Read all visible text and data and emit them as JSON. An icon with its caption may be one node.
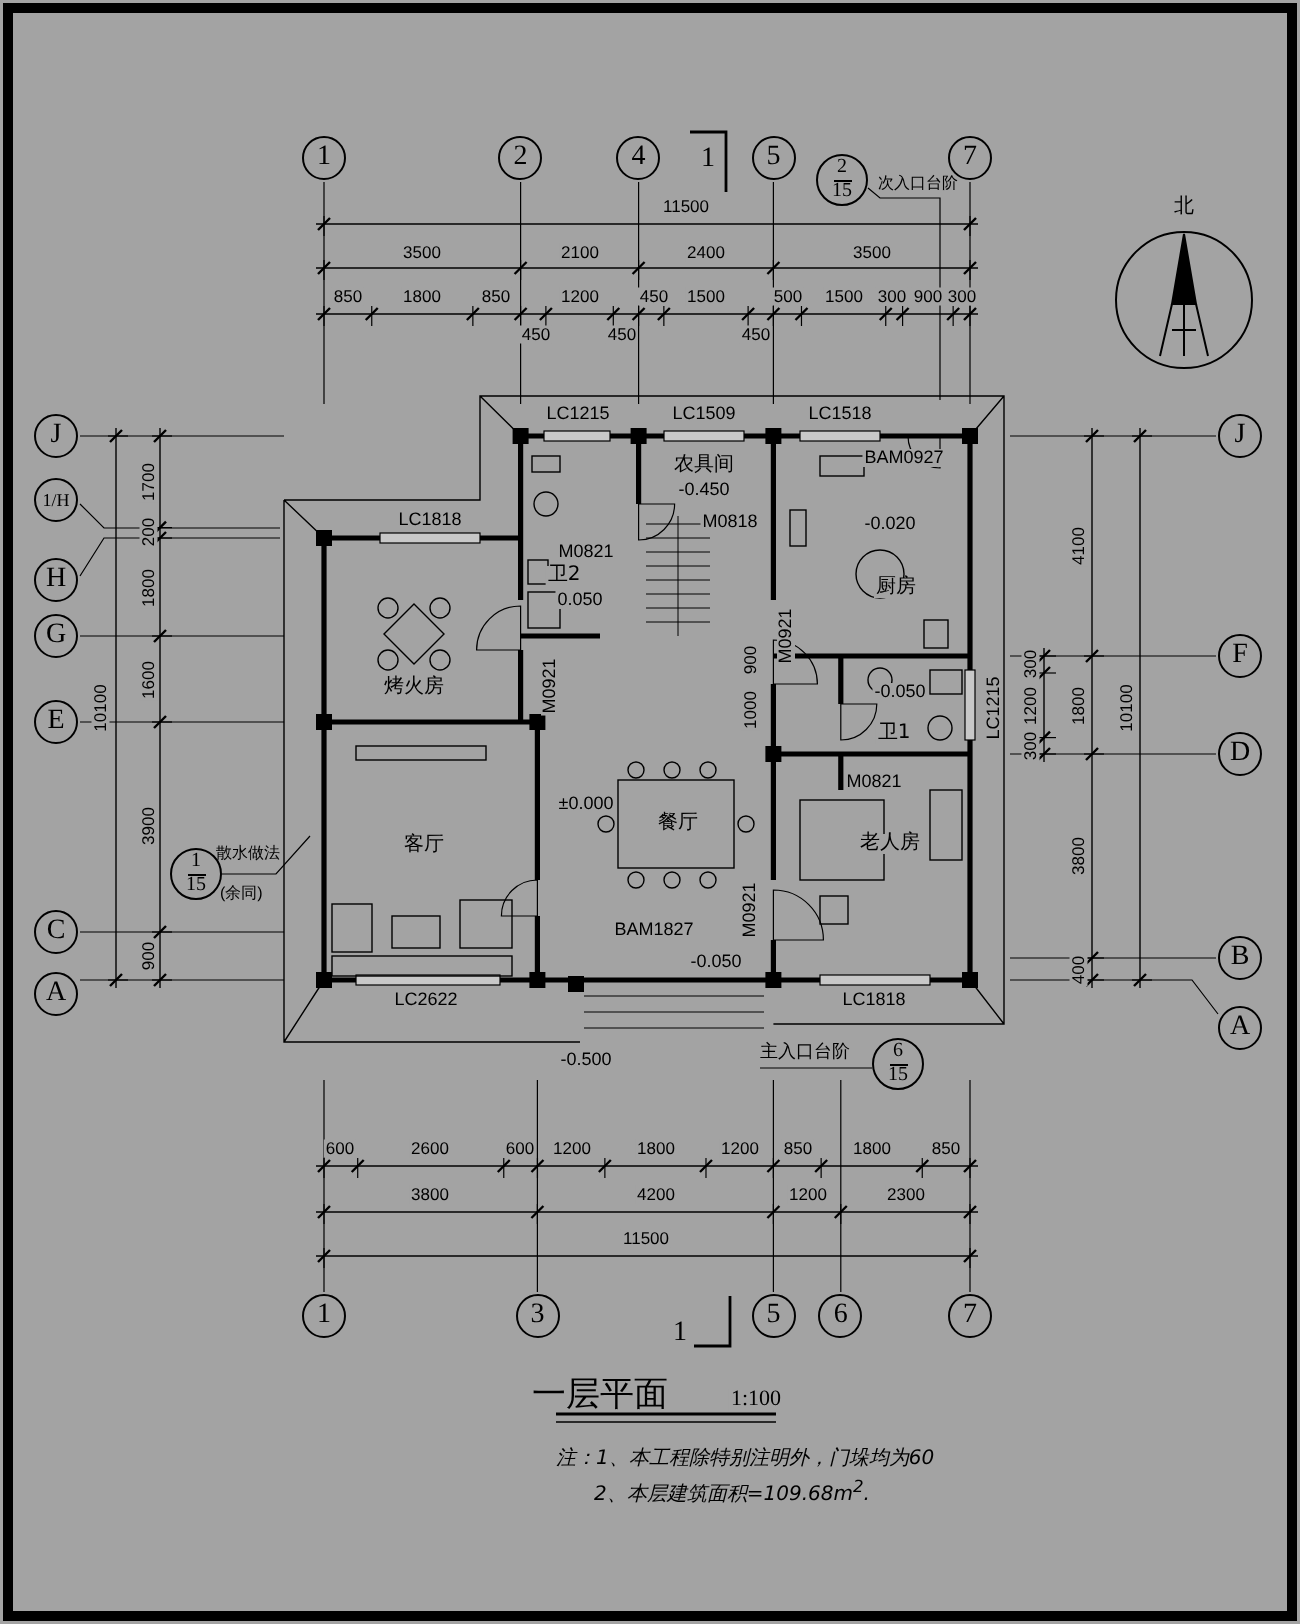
{
  "diagram": {
    "title": "一层平面",
    "nodes": [
      {
        "text": [
          "1"
        ]
      },
      {
        "text": [
          "2"
        ]
      },
      {
        "text": [
          "4"
        ]
      },
      {
        "text": [
          "5"
        ]
      },
      {
        "text": [
          "2",
          "15"
        ]
      },
      {
        "text": [
          "7"
        ]
      },
      {
        "text": [
          "J"
        ]
      },
      {
        "text": [
          "J"
        ]
      },
      {
        "text": [
          "1/H"
        ]
      },
      {
        "text": [
          "H"
        ]
      },
      {
        "text": [
          "G"
        ]
      },
      {
        "text": [
          "F"
        ]
      },
      {
        "text": [
          "E"
        ]
      },
      {
        "text": [
          "D"
        ]
      },
      {
        "text": [
          "1",
          "15"
        ],
        "beside": [
          "散水做法",
          "(余同)"
        ]
      },
      {
        "text": [
          "C"
        ]
      },
      {
        "text": [
          "B"
        ]
      },
      {
        "text": [
          "A"
        ]
      },
      {
        "text": [
          "A"
        ]
      },
      {
        "text": [
          "6",
          "15"
        ],
        "beside": [
          "主入口台阶"
        ]
      },
      {
        "text": [
          "1"
        ]
      },
      {
        "text": [
          "3"
        ]
      },
      {
        "text": [
          "5"
        ]
      },
      {
        "text": [
          "6"
        ]
      },
      {
        "text": [
          "7"
        ]
      }
    ],
    "labels": [
      "1",
      "次入口台阶",
      "11500",
      "3500",
      "2100",
      "2400",
      "3500",
      "850",
      "1800",
      "850",
      "1200",
      "450",
      "1500",
      "500",
      "1500",
      "300",
      "900",
      "300",
      "450",
      "450",
      "450",
      "北",
      "LC1215",
      "LC1509",
      "LC1518",
      "BAM0927",
      "农具间",
      "1700",
      "-0.450",
      "LC1818",
      "M0818",
      "-0.020",
      "200",
      "4100",
      "M0821",
      "卫2",
      "0.050",
      "厨房",
      "1800",
      "M0921",
      "10100",
      "1600",
      "烤火房",
      "M0921",
      "900",
      "1000",
      "-0.050",
      "LC1215",
      "300",
      "1200",
      "1800",
      "10100",
      "卫1",
      "300",
      "M0821",
      "±0.000",
      "餐厅",
      "3900",
      "客厅",
      "老人房",
      "3800",
      "M0921",
      "BAM1827",
      "-0.050",
      "900",
      "400",
      "LC2622",
      "LC1818",
      "-0.500",
      "600",
      "2600",
      "600",
      "1200",
      "1800",
      "1200",
      "850",
      "1800",
      "850",
      "3800",
      "4200",
      "1200",
      "2300",
      "11500",
      "1",
      "1:100",
      "注：1、本工程除特别注明外，门垛均为60",
      "2、本层建筑面积=109.68m$^{2}$."
    ]
  }
}
